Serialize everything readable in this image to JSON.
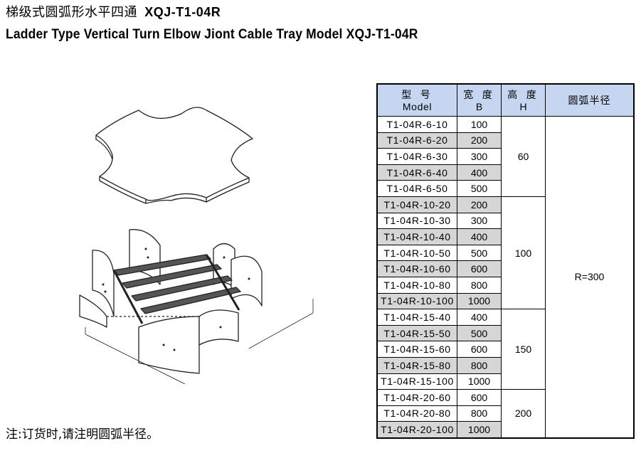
{
  "title_cn": "梯级式圆弧形水平四通",
  "title_model": "XQJ-T1-04R",
  "title_en": "Ladder Type Vertical Turn Elbow Jiont Cable Tray Model XQJ-T1-04R",
  "note": "注:订货时,请注明圆弧半径。",
  "table": {
    "headers": {
      "model_cn": "型 号",
      "model_en": "Model",
      "b_cn": "宽 度",
      "b_en": "B",
      "h_cn": "高 度",
      "h_en": "H",
      "r_cn": "圆弧半径"
    },
    "rows": [
      {
        "model": "T1-04R-6-10",
        "b": "100"
      },
      {
        "model": "T1-04R-6-20",
        "b": "200"
      },
      {
        "model": "T1-04R-6-30",
        "b": "300"
      },
      {
        "model": "T1-04R-6-40",
        "b": "400"
      },
      {
        "model": "T1-04R-6-50",
        "b": "500"
      },
      {
        "model": "T1-04R-10-20",
        "b": "200"
      },
      {
        "model": "T1-04R-10-30",
        "b": "300"
      },
      {
        "model": "T1-04R-10-40",
        "b": "400"
      },
      {
        "model": "T1-04R-10-50",
        "b": "500"
      },
      {
        "model": "T1-04R-10-60",
        "b": "600"
      },
      {
        "model": "T1-04R-10-80",
        "b": "800"
      },
      {
        "model": "T1-04R-10-100",
        "b": "1000"
      },
      {
        "model": "T1-04R-15-40",
        "b": "400"
      },
      {
        "model": "T1-04R-15-50",
        "b": "500"
      },
      {
        "model": "T1-04R-15-60",
        "b": "600"
      },
      {
        "model": "T1-04R-15-80",
        "b": "800"
      },
      {
        "model": "T1-04R-15-100",
        "b": "1000"
      },
      {
        "model": "T1-04R-20-60",
        "b": "600"
      },
      {
        "model": "T1-04R-20-80",
        "b": "800"
      },
      {
        "model": "T1-04R-20-100",
        "b": "1000"
      }
    ],
    "h_groups": [
      "60",
      "100",
      "150",
      "200"
    ],
    "radius": "R=300"
  },
  "colors": {
    "header_bg": "#c6d6f0",
    "row_shade": "#d6d6d6"
  }
}
